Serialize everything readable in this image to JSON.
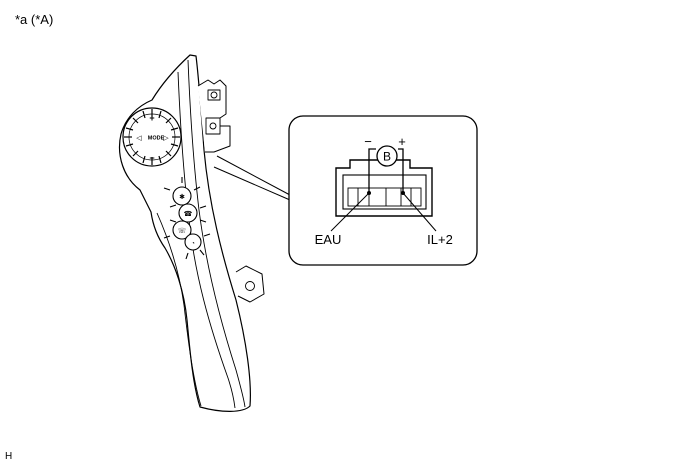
{
  "figure_label": "*a (*A)",
  "corner_code": "H",
  "switch_face": {
    "mode_label": "MODE"
  },
  "connector_callout": {
    "meter_symbol": "B",
    "minus_sign": "−",
    "plus_sign": "+",
    "terminal_left": "EAU",
    "terminal_right": "IL+2"
  }
}
